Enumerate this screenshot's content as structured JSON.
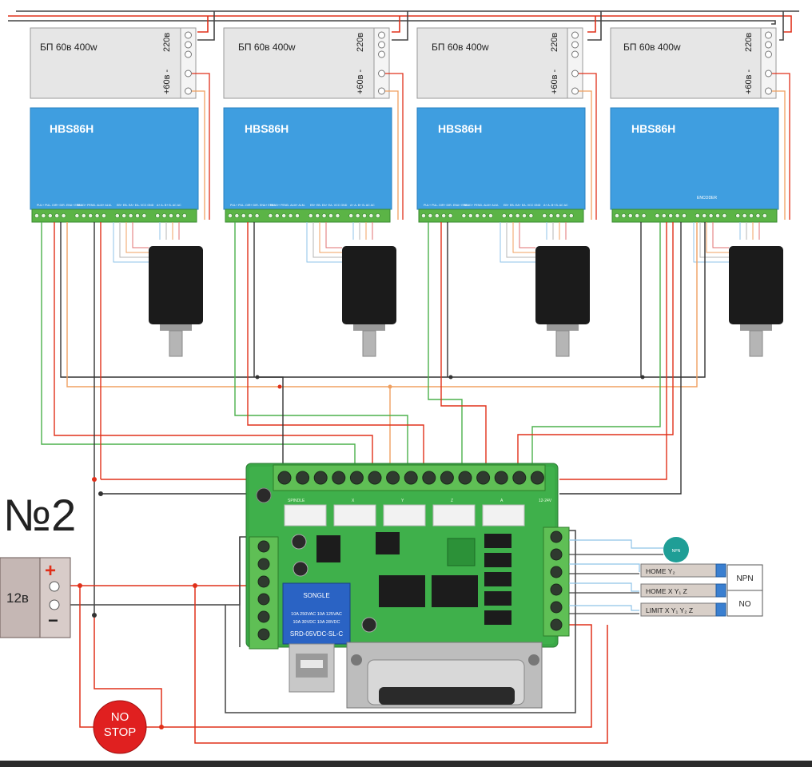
{
  "title": "№2",
  "psu_label": "БП 60в 400w",
  "psu_ac": "220в",
  "psu_dc": "+60в -",
  "driver_model": "HBS86H",
  "driver_encoder_label": "ENCODER",
  "driver_pin_groups": {
    "signal": "PUL+ PUL- DIR+ DIR- ENA+ ENA-",
    "alarm": "PEND+ PEND- ALM+ ALM-",
    "encoder": "EB+ EB- EA+ EA- VCC GND",
    "motor": "A+ A- B+ B- AC AC"
  },
  "power_12v": {
    "label": "12в",
    "plus": "+",
    "minus": "−"
  },
  "estop": {
    "line1": "NO",
    "line2": "STOP"
  },
  "board": {
    "relay_brand": "SONGLE",
    "relay_text": [
      "10A 250VAC  10A 125VAC",
      "10A 30VDC   10A 28VDC",
      "SRD-05VDC-SL-C"
    ],
    "top_connectors": [
      "SPINDLE",
      "X",
      "Y",
      "Z",
      "A"
    ],
    "right_label": "12-24V"
  },
  "sensors": {
    "round": "NPN",
    "home_y": "HOME  Y₂",
    "home_xyz": "HOME  X  Y₁  Z",
    "limit": "LIMIT  X  Y₁ Y₂  Z",
    "type_top": "NPN",
    "type_bottom": "NO"
  }
}
